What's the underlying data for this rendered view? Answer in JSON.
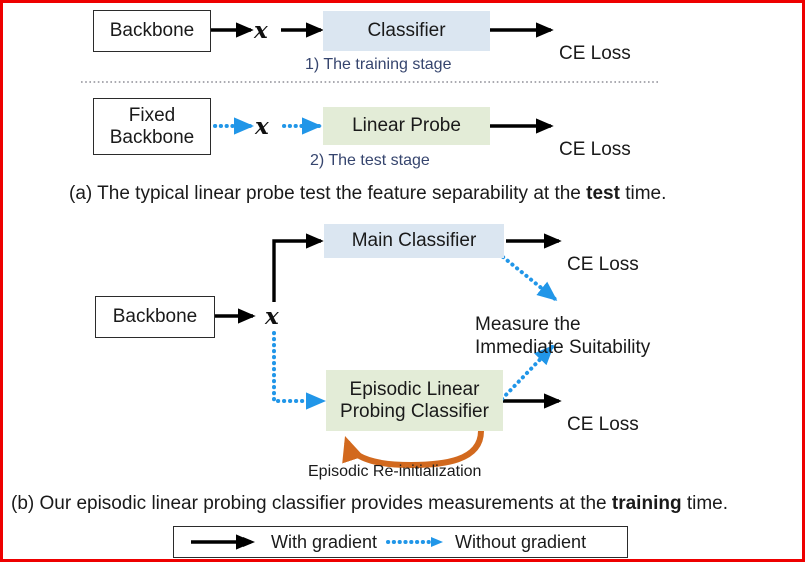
{
  "figure": {
    "border_color": "#ee0000",
    "blue_fill": "#dbe6f1",
    "green_fill": "#e3ecd7",
    "solid_arrow_color": "#000000",
    "dotted_arrow_color": "#2196e8",
    "reinit_arrow_color": "#d2691e",
    "stage_label_color": "#36456e"
  },
  "panel_a": {
    "training_row": {
      "backbone_label": "Backbone",
      "feature_symbol": "x",
      "classifier_label": "Classifier",
      "loss_label": "CE Loss"
    },
    "stage1_label": "1) The training stage",
    "test_row": {
      "backbone_label": "Fixed\nBackbone",
      "feature_symbol": "x",
      "probe_label": "Linear Probe",
      "loss_label": "CE Loss"
    },
    "stage2_label": "2) The test stage",
    "caption_prefix": "(a) The typical linear probe test the feature separability at the ",
    "caption_bold": "test",
    "caption_suffix": " time."
  },
  "panel_b": {
    "backbone_label": "Backbone",
    "feature_symbol": "x",
    "main_classifier_label": "Main Classifier",
    "main_loss_label": "CE Loss",
    "measure_label": "Measure the\nImmediate Suitability",
    "episodic_classifier_label": "Episodic Linear\nProbing Classifier",
    "episodic_loss_label": "CE Loss",
    "reinit_label": "Episodic Re-initialization",
    "caption_prefix": "(b) Our episodic linear probing classifier provides measurements at the ",
    "caption_bold": "training",
    "caption_suffix": " time."
  },
  "legend": {
    "with_gradient_label": "With gradient",
    "without_gradient_label": "Without gradient",
    "with_gradient_icon": "solid-arrow-icon",
    "without_gradient_icon": "dotted-arrow-icon"
  }
}
